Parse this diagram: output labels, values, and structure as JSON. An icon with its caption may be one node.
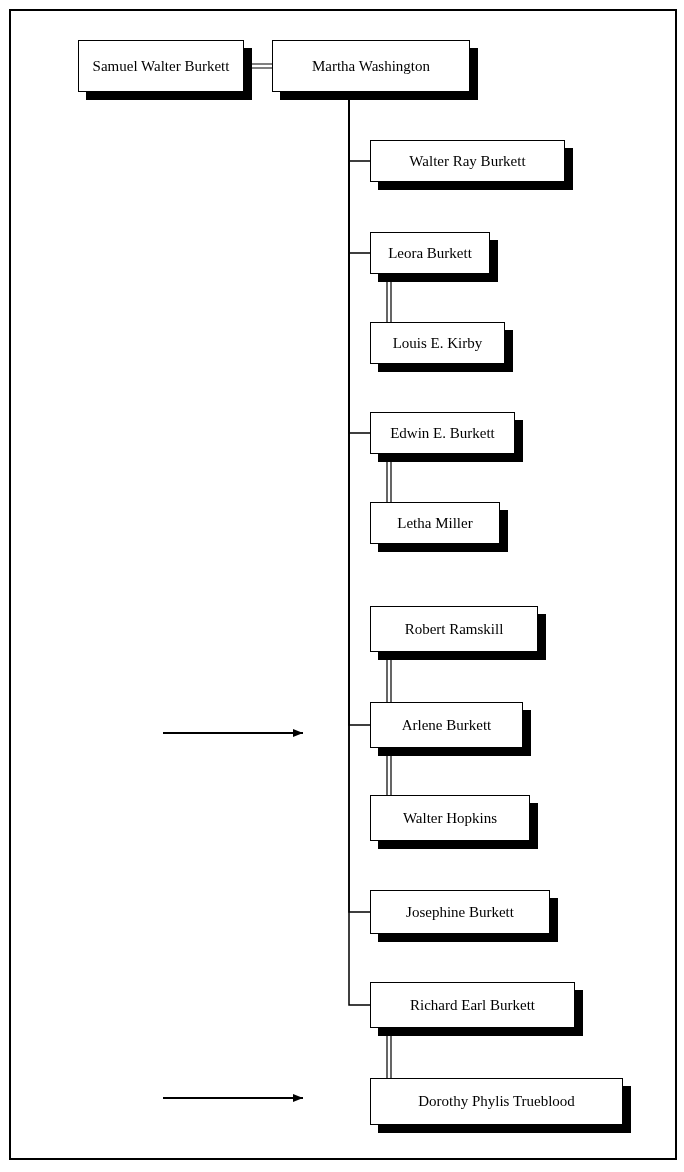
{
  "diagram": {
    "nodes": [
      {
        "text": [
          "Samuel Walter Burkett"
        ]
      },
      {
        "text": [
          "Martha Washington"
        ]
      },
      {
        "text": [
          "Walter Ray Burkett"
        ]
      },
      {
        "text": [
          "Leora Burkett"
        ]
      },
      {
        "text": [
          "Louis E. Kirby"
        ]
      },
      {
        "text": [
          "Edwin E. Burkett"
        ]
      },
      {
        "text": [
          "Letha Miller"
        ]
      },
      {
        "text": [
          "Robert Ramskill"
        ]
      },
      {
        "text": [
          "Arlene Burkett"
        ]
      },
      {
        "text": [
          "Walter Hopkins"
        ]
      },
      {
        "text": [
          "Josephine Burkett"
        ]
      },
      {
        "text": [
          "Richard Earl Burkett"
        ]
      },
      {
        "text": [
          "Dorothy Phylis Trueblood"
        ]
      }
    ],
    "edges": [
      {
        "from": 0,
        "to": 1,
        "arrow": "none"
      },
      {
        "from": 1,
        "to": 2,
        "arrow": "none"
      },
      {
        "from": 1,
        "to": 3,
        "arrow": "none"
      },
      {
        "from": 3,
        "to": 4,
        "arrow": "none"
      },
      {
        "from": 1,
        "to": 5,
        "arrow": "none"
      },
      {
        "from": 5,
        "to": 6,
        "arrow": "none"
      },
      {
        "from": 7,
        "to": 8,
        "arrow": "none"
      },
      {
        "from": 1,
        "to": 8,
        "arrow": "none"
      },
      {
        "from": 8,
        "to": 9,
        "arrow": "none"
      },
      {
        "from": 1,
        "to": 10,
        "arrow": "none"
      },
      {
        "from": 1,
        "to": 11,
        "arrow": "none"
      },
      {
        "from": 11,
        "to": 12,
        "arrow": "none"
      }
    ]
  }
}
